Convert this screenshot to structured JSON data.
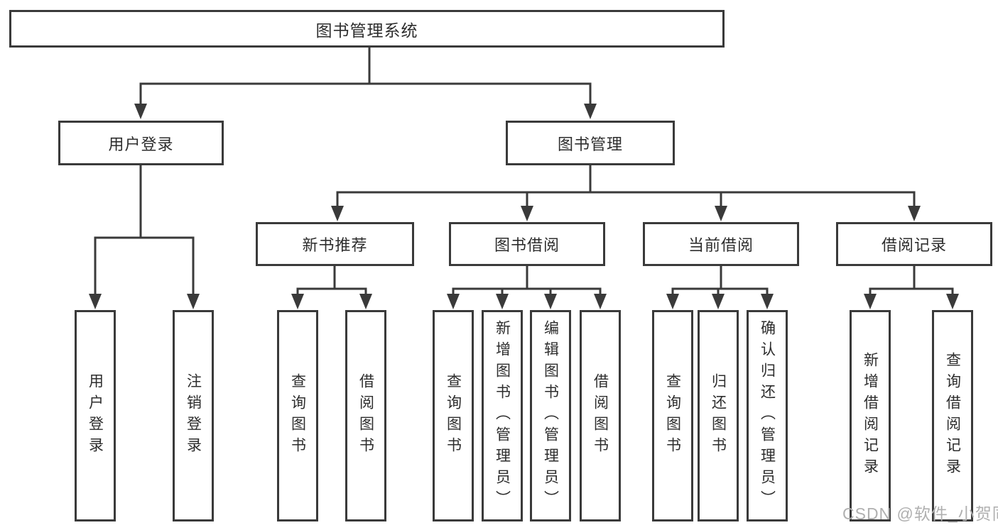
{
  "tree": {
    "label": "图书管理系统",
    "children": [
      {
        "label": "用户登录",
        "children": [
          {
            "label": "用户登录"
          },
          {
            "label": "注销登录"
          }
        ]
      },
      {
        "label": "图书管理",
        "children": [
          {
            "label": "新书推荐",
            "children": [
              {
                "label": "查询图书"
              },
              {
                "label": "借阅图书"
              }
            ]
          },
          {
            "label": "图书借阅",
            "children": [
              {
                "label": "查询图书"
              },
              {
                "label": "新增图书（管理员）"
              },
              {
                "label": "编辑图书（管理员）"
              },
              {
                "label": "借阅图书"
              }
            ]
          },
          {
            "label": "当前借阅",
            "children": [
              {
                "label": "查询图书"
              },
              {
                "label": "归还图书"
              },
              {
                "label": "确认归还（管理员）"
              }
            ]
          },
          {
            "label": "借阅记录",
            "children": [
              {
                "label": "新增借阅记录"
              },
              {
                "label": "查询借阅记录"
              }
            ]
          }
        ]
      }
    ]
  },
  "watermark": {
    "text": "CSDN @软件_小贺同学"
  },
  "colors": {
    "line": "#3a3a3a",
    "box_border": "#3a3a3a",
    "box_background": "#ffffff",
    "text": "#2d2d2d",
    "watermark": "#b0b0b0"
  }
}
